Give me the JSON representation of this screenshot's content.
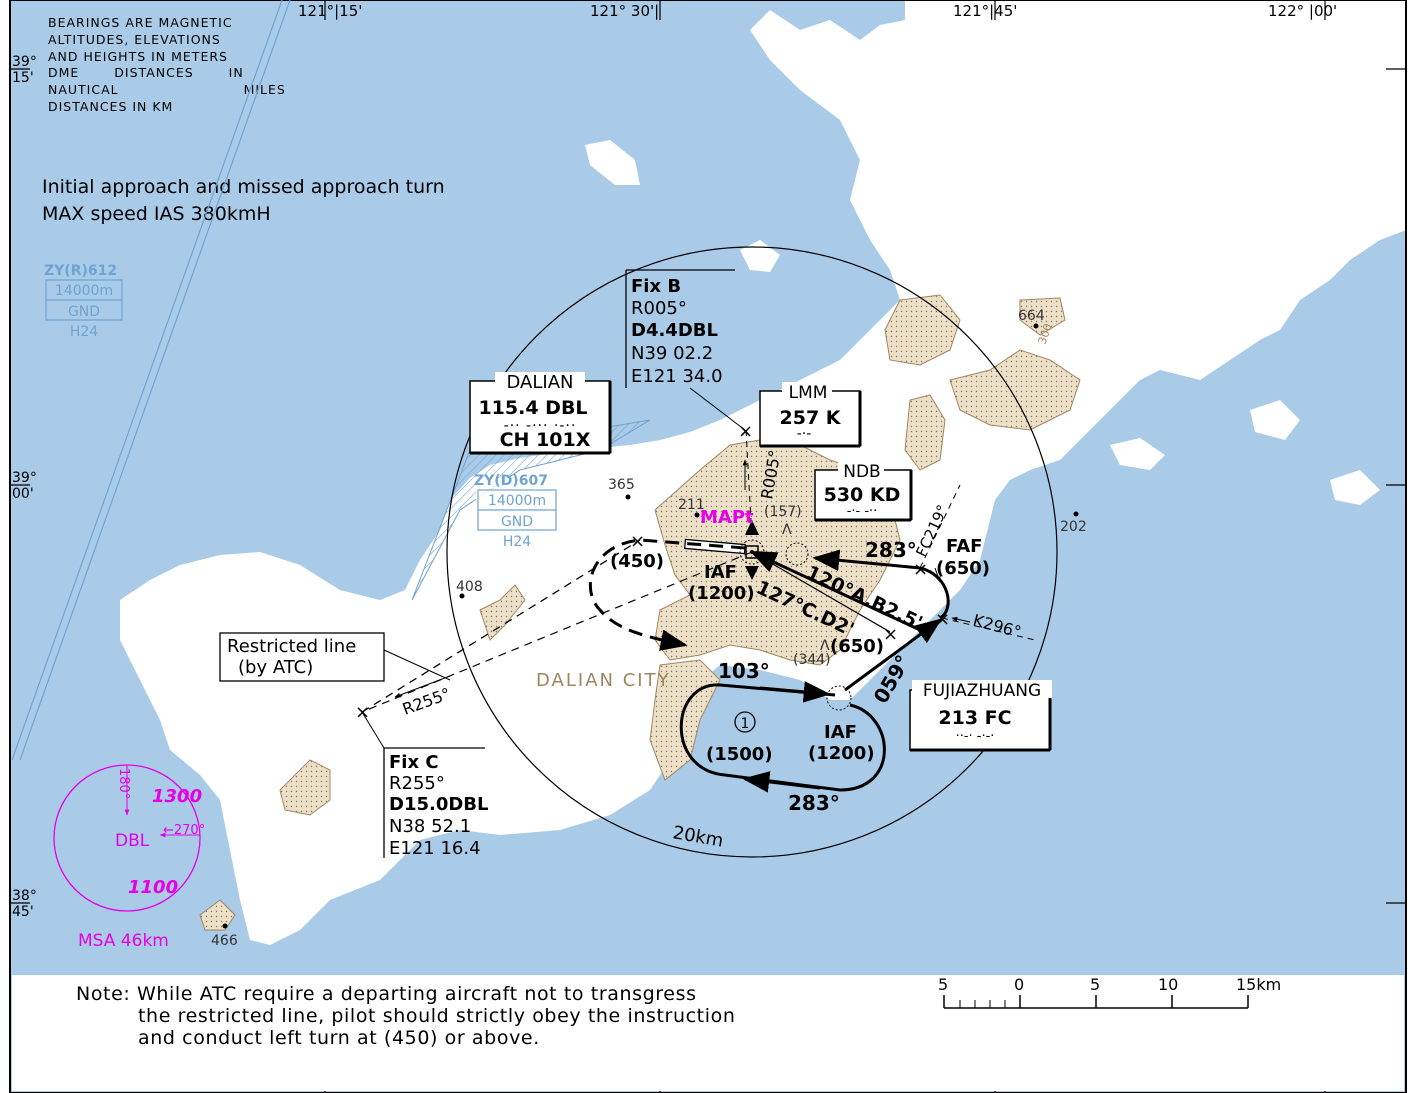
{
  "colors": {
    "sea": "#a9cbe8",
    "land": "#ffffff",
    "urban": "#e9dcc6",
    "urban_edge": "#a08660",
    "magenta": "#e600e6",
    "airspace_blue": "#6fa3d2"
  },
  "longitudes": [
    "121°|15'",
    "121° 30'|",
    "121°|45'",
    "122° |00'"
  ],
  "latitudes": [
    {
      "deg": "39°",
      "min": "15'"
    },
    {
      "deg": "39°",
      "min": "00'"
    },
    {
      "deg": "38°",
      "min": "45'"
    }
  ],
  "notes_header": [
    "BEARINGS ARE MAGNETIC",
    "ALTITUDES, ELEVATIONS",
    "AND HEIGHTS IN METERS",
    "DME DISTANCES IN",
    "NAUTICAL MILES",
    "DISTANCES IN KM"
  ],
  "speed_note": [
    "Initial approach and missed approach turn",
    "MAX speed IAS 380kmH"
  ],
  "restricted_areas": [
    {
      "id": "ZY(R)612",
      "upper": "14000m",
      "lower": "GND",
      "time": "H24"
    },
    {
      "id": "ZY(D)607",
      "upper": "14000m",
      "lower": "GND",
      "time": "H24"
    }
  ],
  "navaids": {
    "vor": {
      "name": "DALIAN",
      "freq": "115.4 DBL",
      "channel": "CH 101X"
    },
    "lmm": {
      "name": "LMM",
      "freq": "257 K"
    },
    "ndb": {
      "name": "NDB",
      "freq": "530 KD"
    },
    "fc": {
      "name": "FUJIAZHUANG",
      "freq": "213 FC"
    }
  },
  "fixes": {
    "fix_b": {
      "title": "Fix B",
      "radial": "R005°",
      "dme": "D4.4DBL",
      "lat": "N39 02.2",
      "lon": "E121 34.0"
    },
    "fix_c": {
      "title": "Fix C",
      "radial": "R255°",
      "dme": "D15.0DBL",
      "lat": "N38 52.1",
      "lon": "E121 16.4"
    }
  },
  "restricted_line": [
    "Restricted line",
    "(by ATC)"
  ],
  "labels": {
    "mapt": "MAPt",
    "iaf": "IAF",
    "faf": "FAF",
    "city": "DALIAN CITY",
    "range_ring": "20km",
    "r005": "R005°",
    "r255": "R255°",
    "fc219": "FC219°",
    "k296": "K296°",
    "c_d2": "127°C.D2'",
    "a_b25": "120°A.B2.5'",
    "trk283_top": "283°",
    "trk283_bot": "283°",
    "trk103": "103°",
    "trk059": "059°",
    "hold_num": "1",
    "alt_450": "(450)",
    "alt_1200_a": "(1200)",
    "alt_1200_b": "(1200)",
    "alt_650_faf": "(650)",
    "alt_650_int": "(650)",
    "alt_1500": "(1500)",
    "alt_157": "(157)",
    "alt_344": "(344)"
  },
  "spot_heights": [
    "664",
    "300",
    "202",
    "365",
    "211",
    "408",
    "466"
  ],
  "msa": {
    "label": "MSA 46km",
    "center": "DBL",
    "b180": "180°",
    "b270": "←270°",
    "alt_n": "1300",
    "alt_s": "1100"
  },
  "note": [
    "Note: While ATC require a departing aircraft not to transgress",
    "the restricted line, pilot should strictly obey the instruction",
    "and conduct left turn at (450) or above."
  ],
  "scale": {
    "ticks": [
      "5",
      "0",
      "5",
      "10",
      "15km"
    ]
  }
}
